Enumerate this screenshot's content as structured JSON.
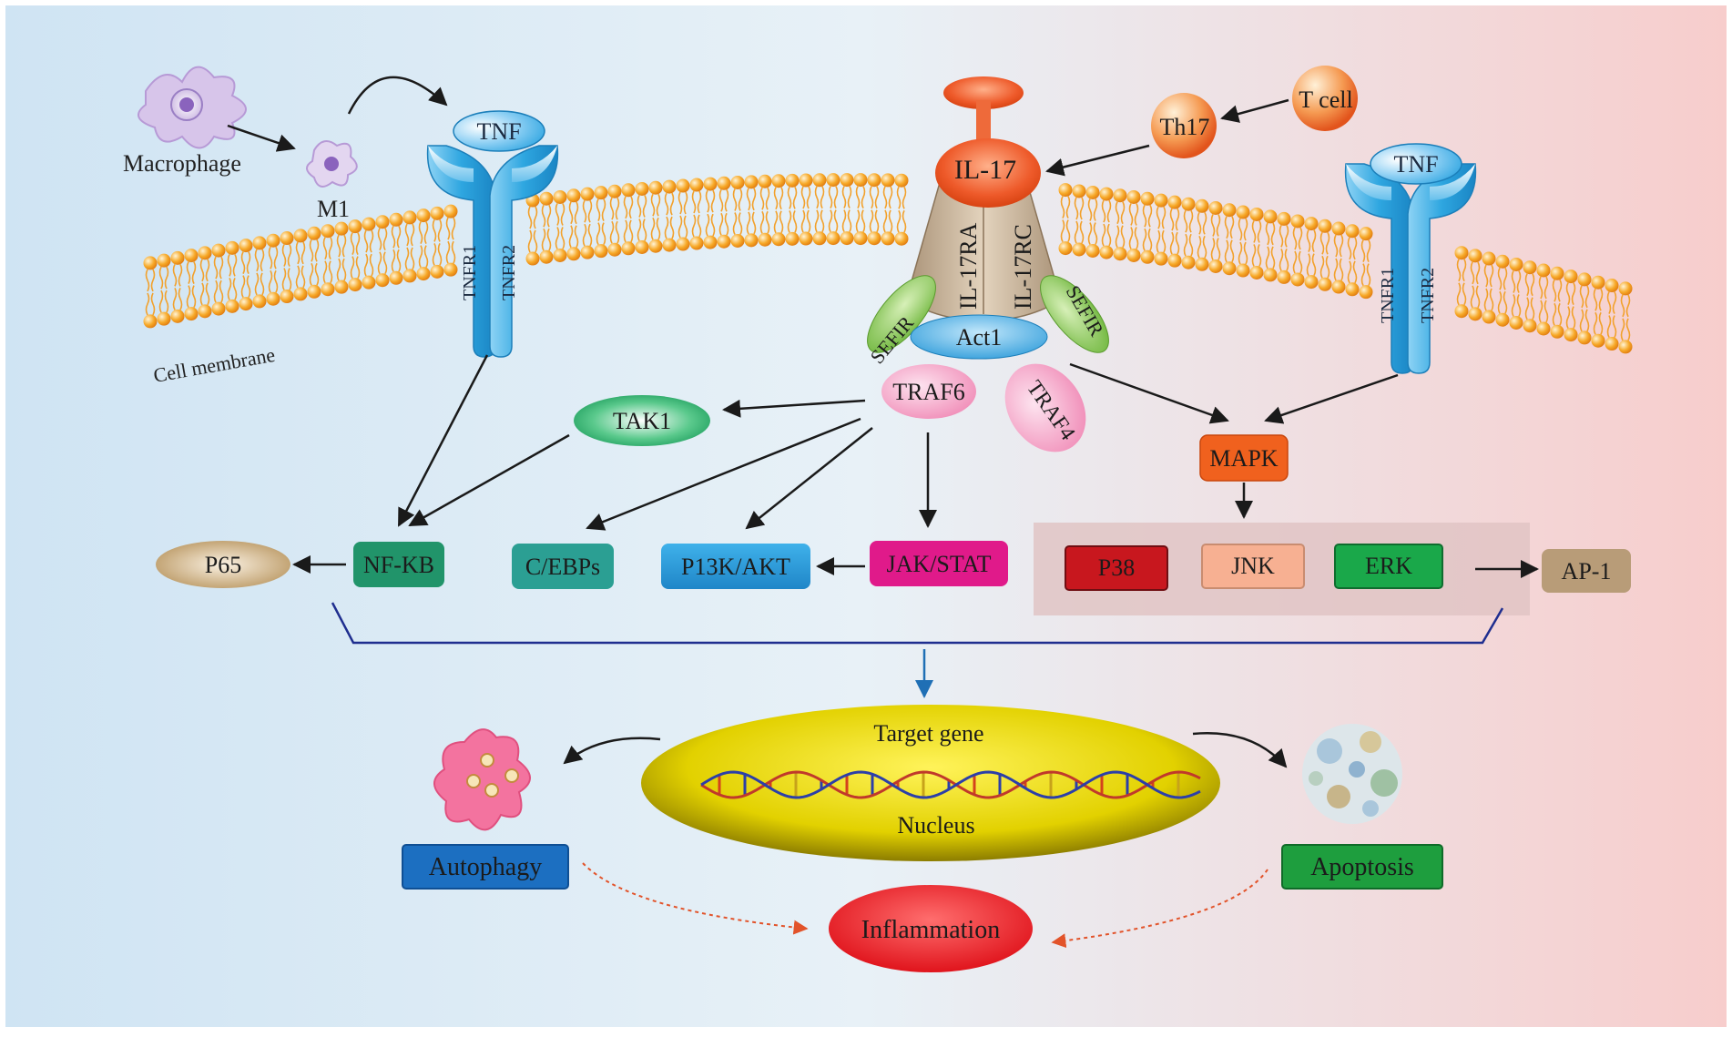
{
  "cells": {
    "macrophage": "Macrophage",
    "m1": "M1",
    "t_cell": "T cell",
    "th17": "Th17"
  },
  "membrane": {
    "label": "Cell membrane"
  },
  "receptors": {
    "tnf": "TNF",
    "tnfr1": "TNFR1",
    "tnfr2": "TNFR2",
    "il17": "IL-17",
    "il17ra": "IL-17RA",
    "il17rc": "IL-17RC",
    "sefir": "SEFIR",
    "act1": "Act1"
  },
  "adaptors": {
    "traf6": "TRAF6",
    "traf4": "TRAF4",
    "tak1": "TAK1",
    "mapk": "MAPK"
  },
  "effectors": {
    "p65": "P65",
    "nfkb": "NF-KB",
    "cebps": "C/EBPs",
    "p13k": "P13K/AKT",
    "jakstat": "JAK/STAT",
    "p38": "P38",
    "jnk": "JNK",
    "erk": "ERK",
    "ap1": "AP-1"
  },
  "nucleus": {
    "target_gene": "Target gene",
    "label": "Nucleus"
  },
  "outcomes": {
    "autophagy": "Autophagy",
    "apoptosis": "Apoptosis",
    "inflammation": "Inflammation"
  },
  "colors": {
    "bg_left": "#cde3f2",
    "bg_right": "#f7cccc",
    "receptor_blue": "#2ea6e0",
    "il17_orange": "#e5542a",
    "sefir_green": "#7cc142",
    "act1_blue": "#42a8e6",
    "traf_pink": "#f5a3c5",
    "tak1_green": "#22a866",
    "nfkb_green": "#21946a",
    "cebps_teal": "#2b9f93",
    "p13k_blue": "#2e9bd9",
    "jakstat_magenta": "#e01a8a",
    "mapk_orange": "#f0611e",
    "p38_red": "#c8171e",
    "jnk_peach": "#f7b092",
    "erk_green": "#1aa84a",
    "ap1_tan": "#b89c78",
    "p65_tan": "#c7a57a",
    "nucleus_yellow": "#e8d600",
    "autophagy_blue": "#1c6fc1",
    "apoptosis_green": "#1e9e3e",
    "inflammation_red": "#e31b23"
  }
}
